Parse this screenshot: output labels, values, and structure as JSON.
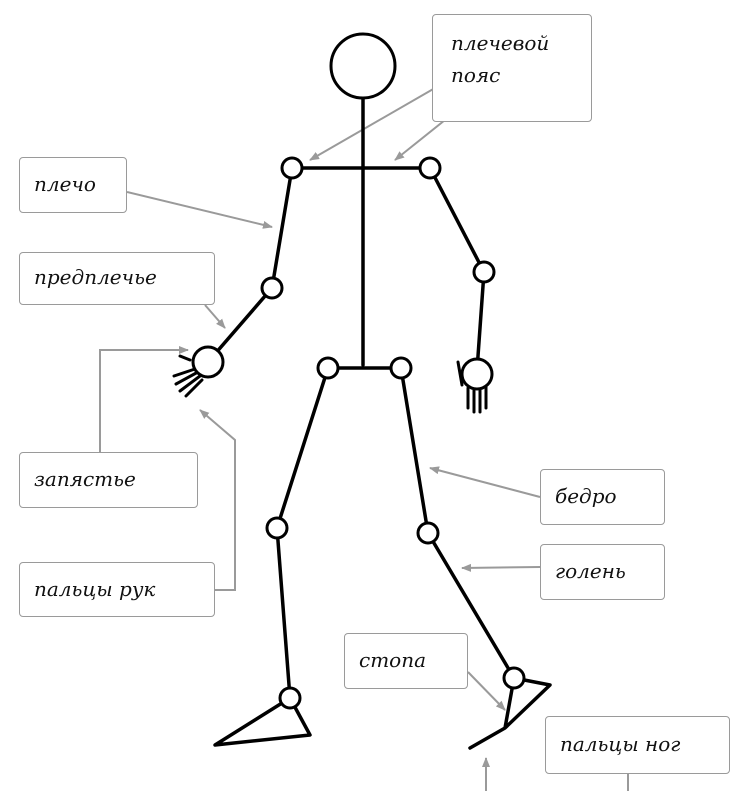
{
  "diagram": {
    "labels": {
      "shoulder_girdle": "плечевой\nпояс",
      "shoulder": "плечо",
      "forearm": "предплечье",
      "wrist": "запястье",
      "fingers": "пальцы рук",
      "thigh": "бедро",
      "shin": "голень",
      "foot": "стопа",
      "toes": "пальцы ног"
    }
  }
}
